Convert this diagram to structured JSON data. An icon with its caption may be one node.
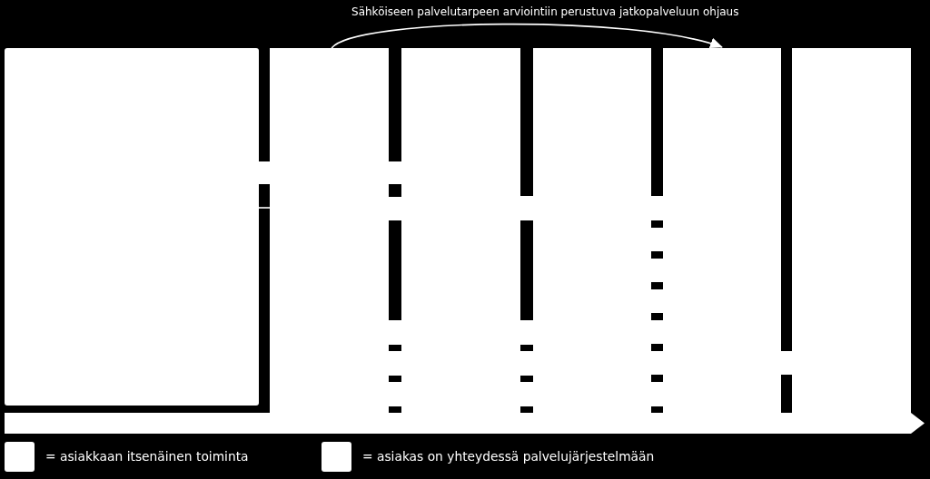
{
  "diagram": {
    "nodes": [
      {
        "text": [],
        "shape": "box"
      },
      {
        "text": [],
        "shape": "box"
      },
      {
        "text": [],
        "shape": "box"
      },
      {
        "text": [],
        "shape": "box"
      },
      {
        "text": [],
        "shape": "box"
      },
      {
        "text": [],
        "shape": "box"
      }
    ],
    "edges": [
      {
        "from": 1,
        "to": 4,
        "arrow": "to",
        "label": "Sähköiseen palvelutarpeen arviointiin perustuva jatkopalveluun ohjaus"
      },
      {
        "from": 0,
        "to": 1,
        "arrow": "none"
      }
    ],
    "legend": [
      {
        "text": "= asiakkaan itsenäinen toiminta",
        "color": "#ffffff"
      },
      {
        "text": "= asiakas on yhteydessä palvelujärjestelmään",
        "color": "#ffffff"
      }
    ]
  }
}
